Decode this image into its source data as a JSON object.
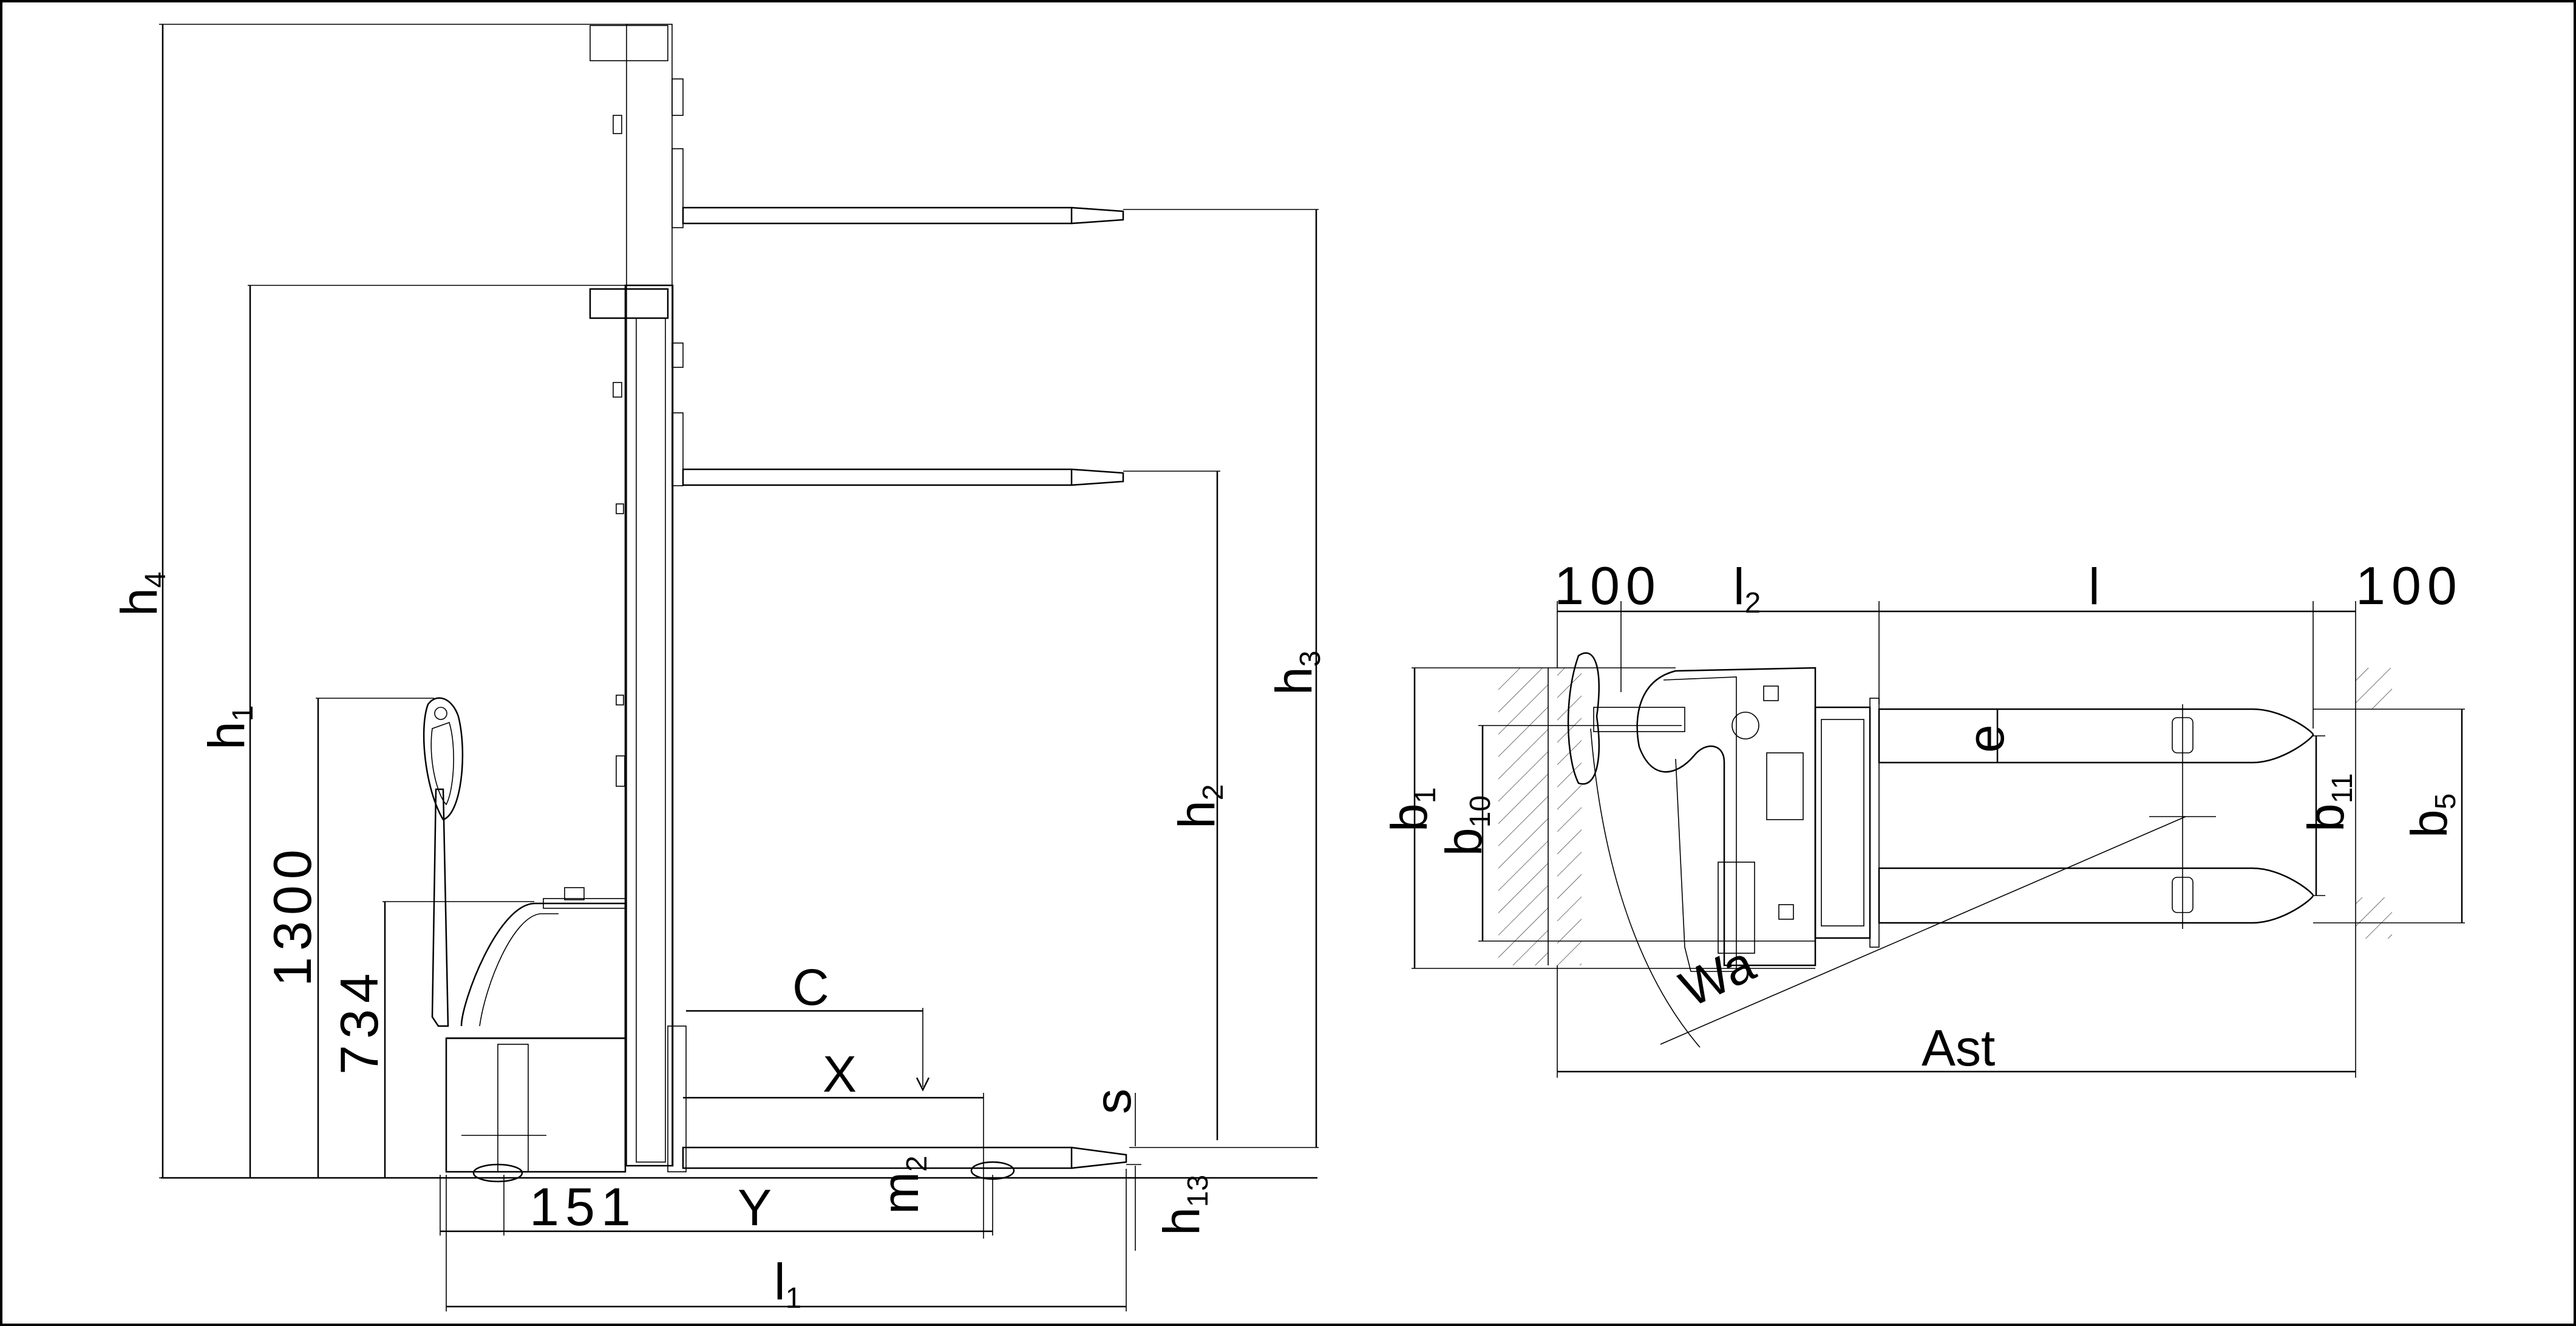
{
  "side_view": {
    "h4": {
      "main": "h",
      "sub": "4"
    },
    "h1": {
      "main": "h",
      "sub": "1"
    },
    "h2": {
      "main": "h",
      "sub": "2"
    },
    "h3": {
      "main": "h",
      "sub": "3"
    },
    "h13": {
      "main": "h",
      "sub": "13"
    },
    "m2": {
      "main": "m",
      "sub": "2"
    },
    "l1": {
      "main": "l",
      "sub": "1"
    },
    "dim_1300": "1300",
    "dim_734": "734",
    "dim_151": "151",
    "C": "C",
    "X": "X",
    "Y": "Y",
    "s": "s"
  },
  "top_view": {
    "left_100": "100",
    "right_100": "100",
    "l2": {
      "main": "l",
      "sub": "2"
    },
    "l": "l",
    "e": "e",
    "b1": {
      "main": "b",
      "sub": "1"
    },
    "b10": {
      "main": "b",
      "sub": "10"
    },
    "b11": {
      "main": "b",
      "sub": "11"
    },
    "b5": {
      "main": "b",
      "sub": "5"
    },
    "Wa": "Wa",
    "Ast": "Ast"
  }
}
